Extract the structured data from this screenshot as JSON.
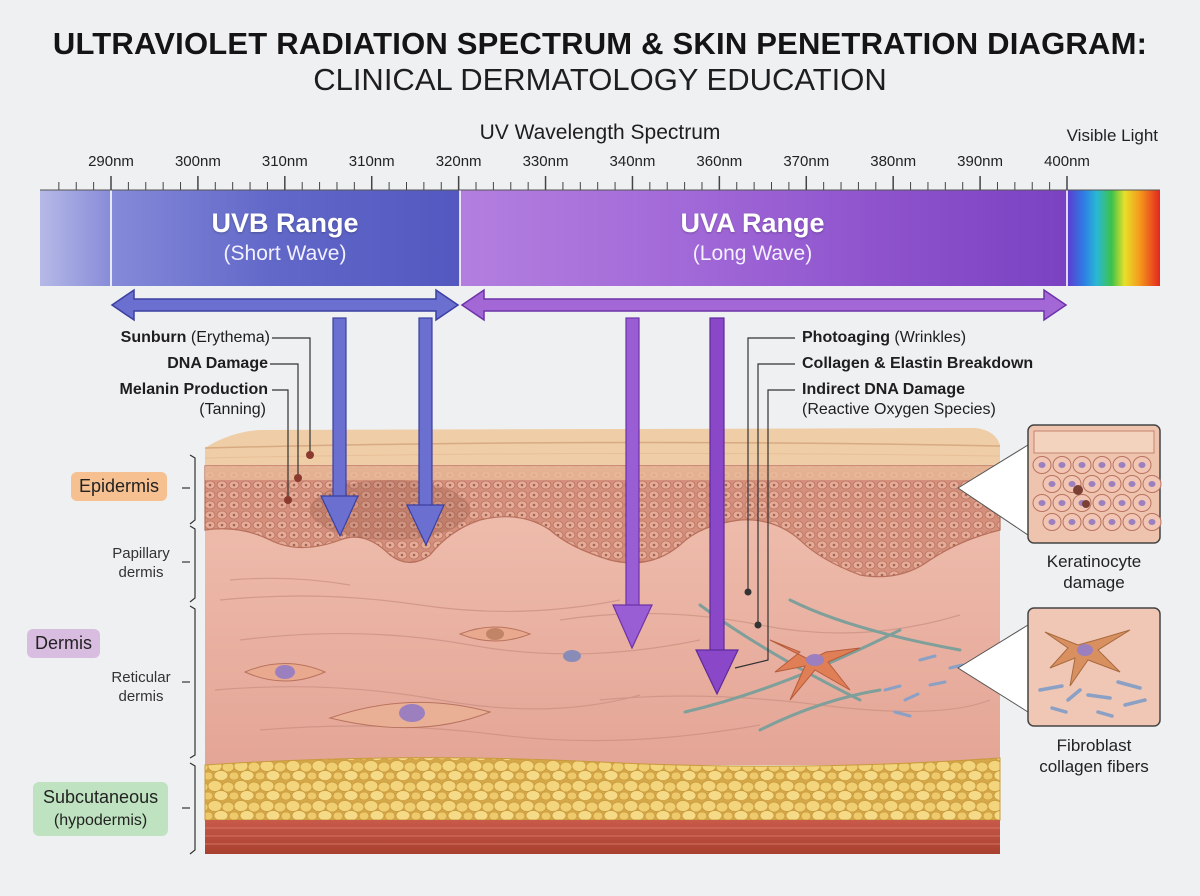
{
  "title": {
    "line1": "ULTRAVIOLET RADIATION SPECTRUM & SKIN PENETRATION DIAGRAM:",
    "line2": "CLINICAL DERMATOLOGY EDUCATION"
  },
  "spectrum": {
    "title": "UV Wavelength Spectrum",
    "visible_label": "Visible Light",
    "ticks": [
      "290nm",
      "300nm",
      "310nm",
      "310nm",
      "320nm",
      "330nm",
      "340nm",
      "360nm",
      "370nm",
      "380nm",
      "390nm",
      "400nm"
    ],
    "uvb": {
      "title": "UVB Range",
      "subtitle": "(Short Wave)",
      "color": "#5a60c6"
    },
    "uva": {
      "title": "UVA Range",
      "subtitle": "(Long Wave)",
      "color": "#8e52cc"
    }
  },
  "uvb_effects": {
    "sunburn_bold": "Sunburn",
    "sunburn_rest": " (Erythema)",
    "dna": "DNA Damage",
    "melanin": "Melanin Production",
    "tanning": "(Tanning)"
  },
  "uva_effects": {
    "photoaging_bold": "Photoaging",
    "photoaging_rest": " (Wrinkles)",
    "collagen": "Collagen & Elastin Breakdown",
    "indirect": "Indirect DNA Damage",
    "ros": "(Reactive Oxygen Species)"
  },
  "layers": {
    "epidermis": "Epidermis",
    "papillary_l1": "Papillary",
    "papillary_l2": "dermis",
    "dermis": "Dermis",
    "reticular_l1": "Reticular",
    "reticular_l2": "dermis",
    "subcutaneous": "Subcutaneous",
    "hypodermis": "(hypodermis)",
    "epidermis_color": "#f6c090",
    "dermis_color": "#d9bde0",
    "subcutaneous_color": "#bfe3c0"
  },
  "insets": {
    "keratinocyte_l1": "Keratinocyte",
    "keratinocyte_l2": "damage",
    "fibroblast_l1": "Fibroblast",
    "fibroblast_l2": "collagen fibers"
  }
}
